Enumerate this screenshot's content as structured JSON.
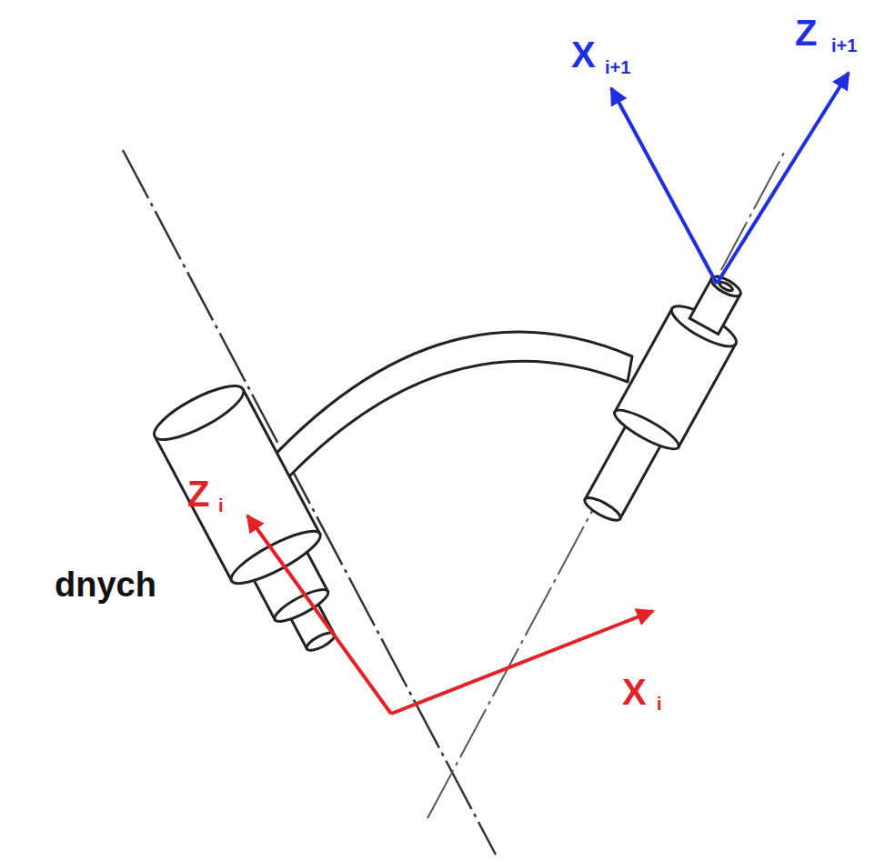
{
  "diagram": {
    "labels": [
      "X",
      "i+1",
      "Z",
      "i+1",
      "Z",
      "i",
      "dnych",
      "X",
      "i"
    ]
  }
}
